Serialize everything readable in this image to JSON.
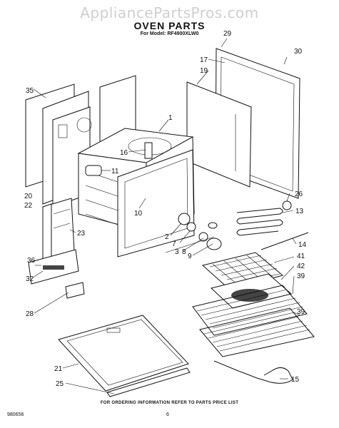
{
  "watermark": "AppliancePartsPros.com",
  "title": "OVEN PARTS",
  "subtitle": "For Model: RF4900XLW0",
  "footer": "FOR ORDERING INFORMATION REFER TO PARTS PRICE LIST",
  "doc_code": "980656",
  "page_number": "6",
  "callouts": {
    "c29": "29",
    "c30": "30",
    "c17": "17",
    "c19": "19",
    "c35": "35",
    "c1": "1",
    "c16": "16",
    "c11": "11",
    "c20": "20",
    "c22": "22",
    "c10": "10",
    "c26": "26",
    "c13": "13",
    "c23": "23",
    "c2": "2",
    "c7": "7",
    "c3": "3",
    "c8": "8",
    "c9": "9",
    "c14": "14",
    "c36": "36",
    "c41": "41",
    "c42": "42",
    "c39a": "39",
    "c32": "32",
    "c28": "28",
    "c39b": "39",
    "c21": "21",
    "c25": "25",
    "c15": "15"
  }
}
